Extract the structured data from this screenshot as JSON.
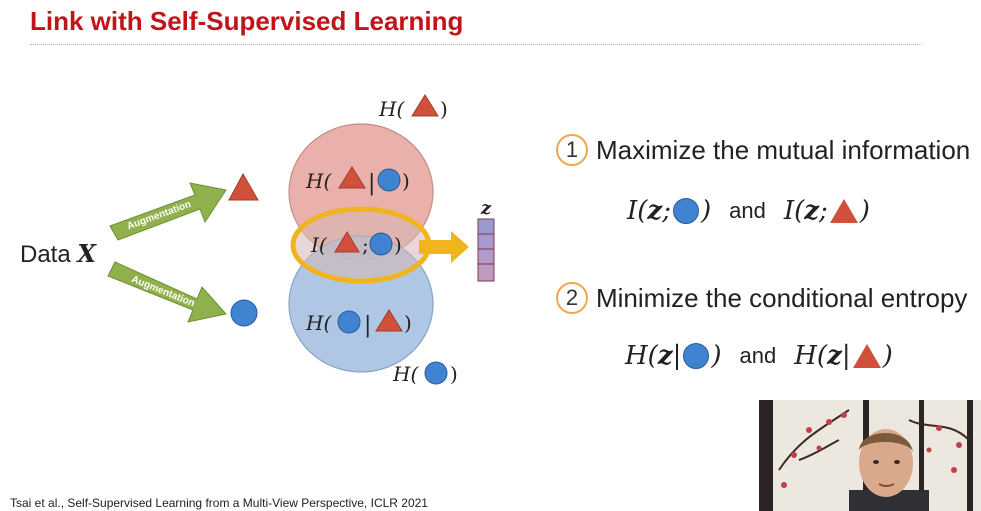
{
  "slide": {
    "title": "Link with Self-Supervised Learning",
    "citation": "Tsai et al., Self-Supervised Learning from a Multi-View Perspective, ICLR 2021"
  },
  "diagram": {
    "data_label": "Data ",
    "data_var": "X",
    "arrow_top_label": "Augmentation",
    "arrow_bottom_label": "Augmentation",
    "z_label": "z",
    "H_tri": "H(",
    "H_circ": "H(",
    "H_tri_given_circ": "H(",
    "H_circ_given_tri": "H(",
    "I_tri_circ": "I(",
    "close_paren": ")",
    "bar": "|",
    "semicolon": ";",
    "colors": {
      "triangle": "#d0503c",
      "circle": "#3f83d1",
      "red_ellipse": "#eab0ab",
      "blue_ellipse": "#a9c3e3",
      "intersection_outline": "#f0b51e",
      "arrow_green": "#8fb04a",
      "z_vector": "#9a9ad0"
    }
  },
  "steps": [
    {
      "number": "1",
      "text": "Maximize the mutual information"
    },
    {
      "number": "2",
      "text": "Minimize the conditional entropy"
    }
  ],
  "formulas": {
    "f1_left_prefix": "I(",
    "f1_right_prefix": "I(",
    "f2_left_prefix": "H(",
    "f2_right_prefix": "H(",
    "z": "z",
    "semicolon": ";",
    "bar": "|",
    "close": ")",
    "and": "and"
  },
  "icons": [
    "triangle-icon",
    "circle-icon",
    "augmentation-arrow-icon",
    "vector-z-icon"
  ]
}
